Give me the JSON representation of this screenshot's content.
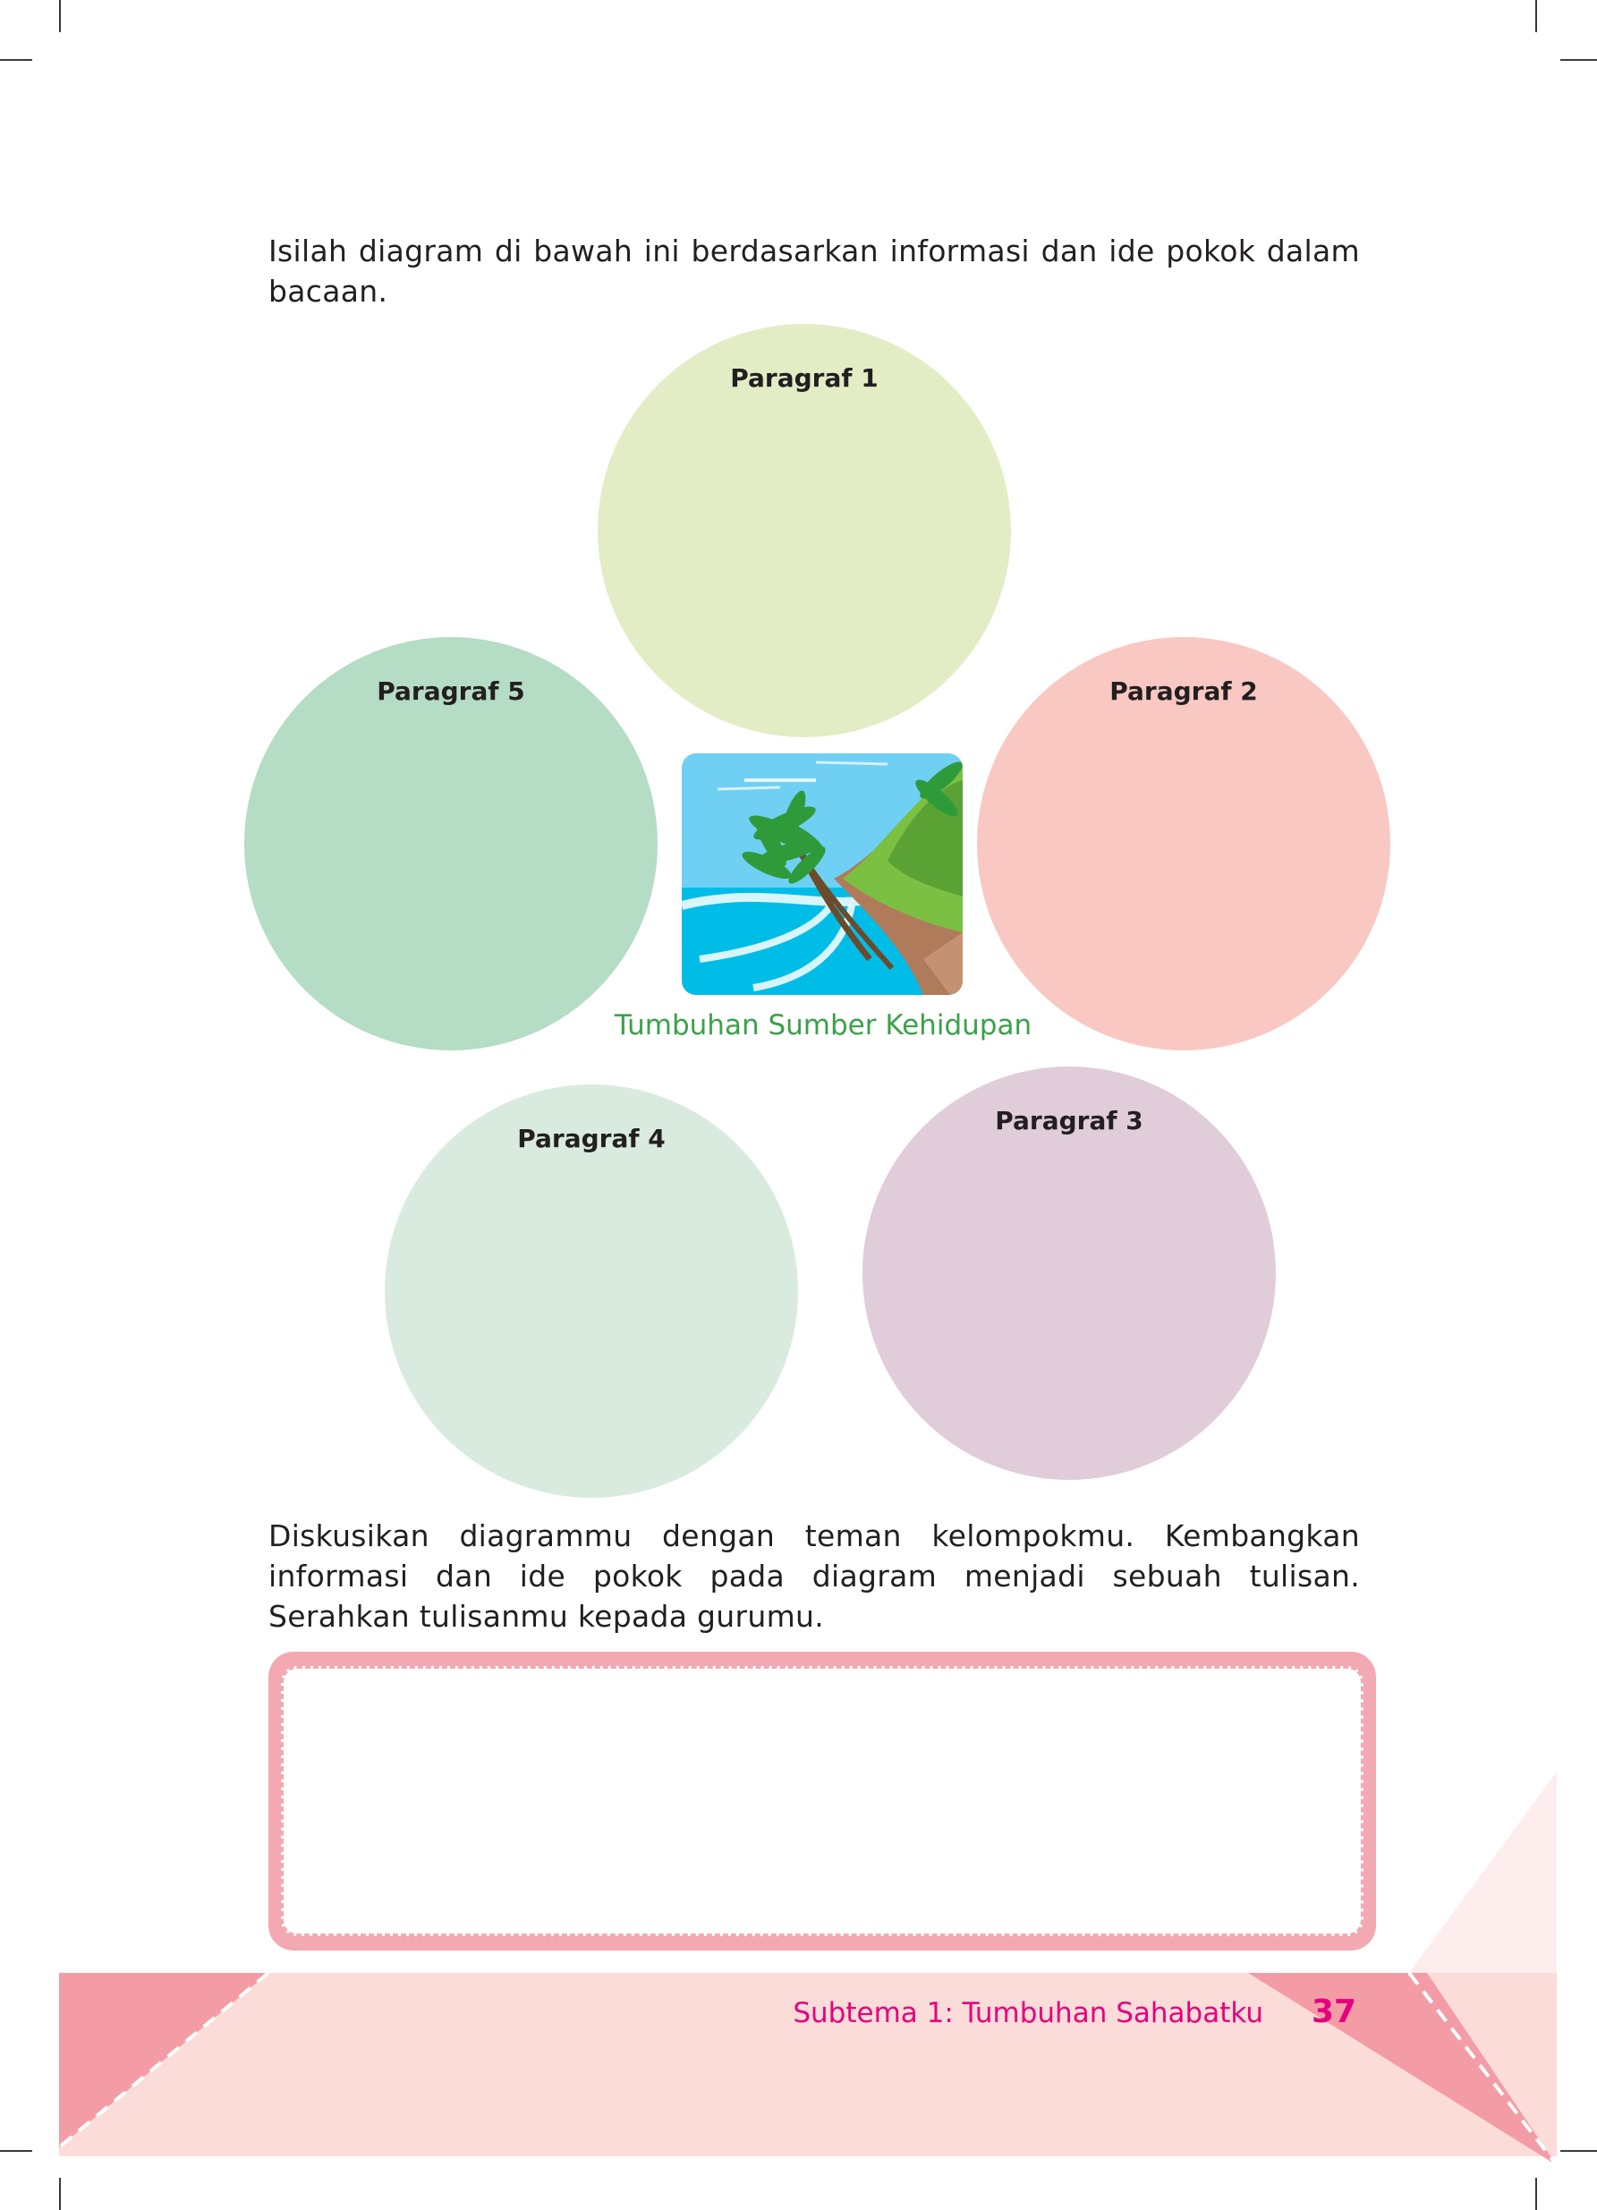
{
  "instruction_top": "Isilah diagram di bawah ini berdasarkan informasi dan ide pokok dalam bacaan.",
  "diagram": {
    "center_caption": "Tumbuhan Sumber Kehidupan",
    "center_image_icon": "tropical-beach-palm-trees-illustration",
    "circles": [
      {
        "label": "Paragraf 1",
        "color": "#e2edc6"
      },
      {
        "label": "Paragraf 2",
        "color": "#f9c8c3"
      },
      {
        "label": "Paragraf 3",
        "color": "#e0cdd9"
      },
      {
        "label": "Paragraf 4",
        "color": "#d9ebde"
      },
      {
        "label": "Paragraf 5",
        "color": "#b5dcc4"
      }
    ]
  },
  "instruction_bottom": "Diskusikan diagrammu dengan teman kelompokmu. Kembangkan informasi dan ide pokok pada diagram menjadi sebuah tulisan. Serahkan tulisanmu kepada gurumu.",
  "footer": {
    "subtheme": "Subtema 1: Tumbuhan Sahabatku",
    "page_number": "37"
  },
  "colors": {
    "accent_pink": "#e4007e",
    "box_pink": "#f3a9b2",
    "footer_light": "#fcdcd8",
    "footer_dark": "#f49ca6",
    "caption_green": "#3aa14a"
  }
}
